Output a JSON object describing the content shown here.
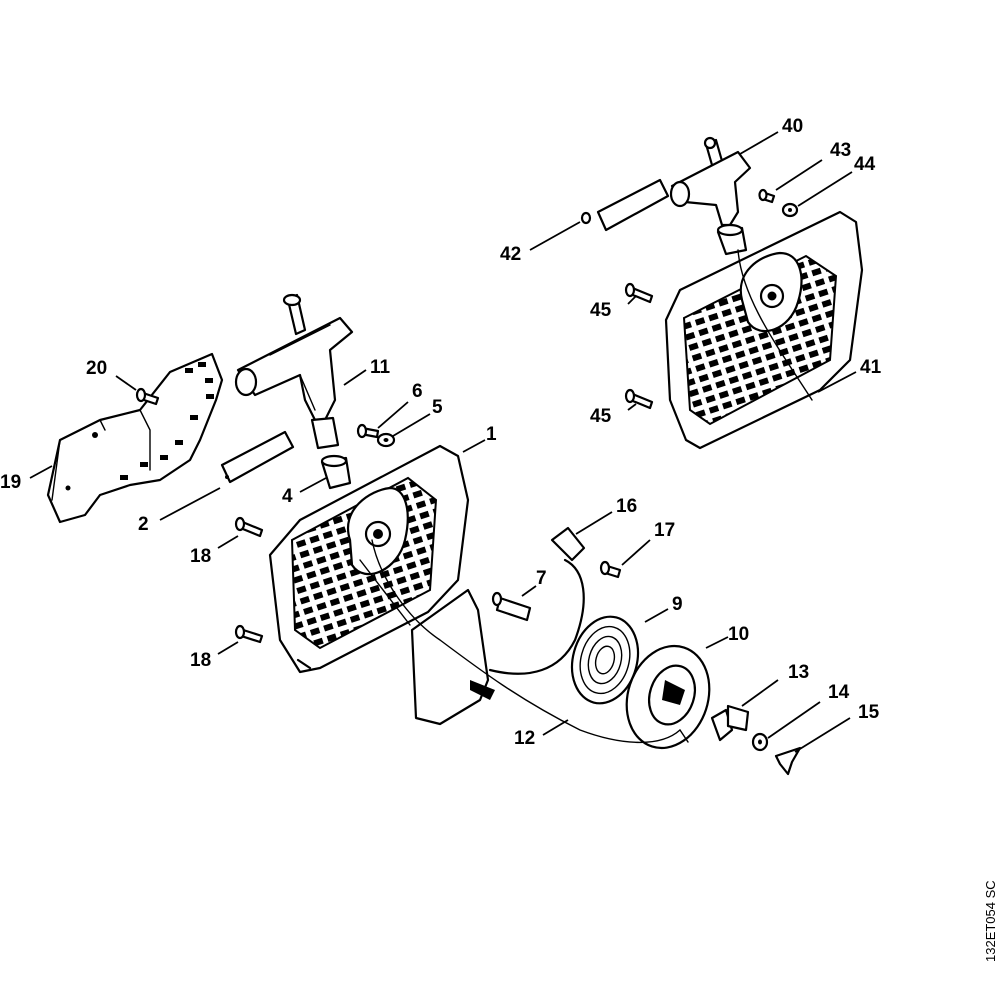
{
  "diagram": {
    "reference": "132ET054 SC",
    "callouts": {
      "c1": "1",
      "c2": "2",
      "c4": "4",
      "c5": "5",
      "c6": "6",
      "c7": "7",
      "c9": "9",
      "c10": "10",
      "c11": "11",
      "c12": "12",
      "c13": "13",
      "c14": "14",
      "c15": "15",
      "c16": "16",
      "c17": "17",
      "c18a": "18",
      "c18b": "18",
      "c19": "19",
      "c20": "20",
      "c40": "40",
      "c41": "41",
      "c42": "42",
      "c43": "43",
      "c44": "44",
      "c45a": "45",
      "c45b": "45"
    }
  }
}
